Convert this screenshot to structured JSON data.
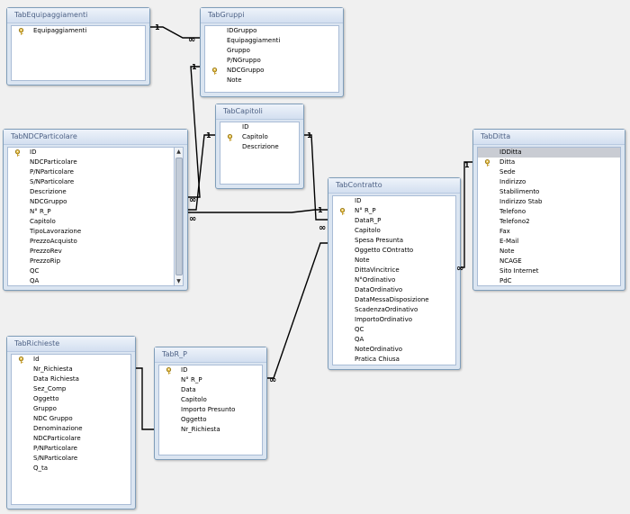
{
  "tables": [
    {
      "name": "TabEquipaggiamenti",
      "fields": [
        {
          "name": "Equipaggiamenti",
          "key": true
        }
      ]
    },
    {
      "name": "TabGruppi",
      "fields": [
        {
          "name": "IDGruppo"
        },
        {
          "name": "Equipaggiamenti"
        },
        {
          "name": "Gruppo"
        },
        {
          "name": "P/NGruppo"
        },
        {
          "name": "NDCGruppo",
          "key": true
        },
        {
          "name": "Note"
        }
      ]
    },
    {
      "name": "TabCapitoli",
      "fields": [
        {
          "name": "ID"
        },
        {
          "name": "Capitolo",
          "key": true
        },
        {
          "name": "Descrizione"
        }
      ]
    },
    {
      "name": "TabNDCParticolare",
      "fields": [
        {
          "name": "ID",
          "key": true
        },
        {
          "name": "NDCParticolare"
        },
        {
          "name": "P/NParticolare"
        },
        {
          "name": "S/NParticolare"
        },
        {
          "name": "Descrizione"
        },
        {
          "name": "NDCGruppo"
        },
        {
          "name": "N° R_P"
        },
        {
          "name": "Capitolo"
        },
        {
          "name": "TipoLavorazione"
        },
        {
          "name": "PrezzoAcquisto"
        },
        {
          "name": "PrezzoRev"
        },
        {
          "name": "PrezzoRip"
        },
        {
          "name": "QC"
        },
        {
          "name": "QA"
        }
      ]
    },
    {
      "name": "TabDitta",
      "fields": [
        {
          "name": "IDDitta",
          "selected": true
        },
        {
          "name": "Ditta",
          "key": true
        },
        {
          "name": "Sede"
        },
        {
          "name": "Indirizzo"
        },
        {
          "name": "Stabilimento"
        },
        {
          "name": "Indirizzo Stab"
        },
        {
          "name": "Telefono"
        },
        {
          "name": "Telefono2"
        },
        {
          "name": "Fax"
        },
        {
          "name": "E-Mail"
        },
        {
          "name": "Note"
        },
        {
          "name": "NCAGE"
        },
        {
          "name": "Sito Internet"
        },
        {
          "name": "PdC"
        }
      ]
    },
    {
      "name": "TabContratto",
      "fields": [
        {
          "name": "ID"
        },
        {
          "name": "N° R_P",
          "key": true
        },
        {
          "name": "DataR_P"
        },
        {
          "name": "Capitolo"
        },
        {
          "name": "Spesa Presunta"
        },
        {
          "name": "Oggetto COntratto"
        },
        {
          "name": "Note"
        },
        {
          "name": "DittaVincitrice"
        },
        {
          "name": "N°Ordinativo"
        },
        {
          "name": "DataOrdinativo"
        },
        {
          "name": "DataMessaDisposizione"
        },
        {
          "name": "ScadenzaOrdinativo"
        },
        {
          "name": "ImportoOrdinativo"
        },
        {
          "name": "QC"
        },
        {
          "name": "QA"
        },
        {
          "name": "NoteOrdinativo"
        },
        {
          "name": "Pratica Chiusa"
        }
      ]
    },
    {
      "name": "TabRichieste",
      "fields": [
        {
          "name": "Id",
          "key": true
        },
        {
          "name": "Nr_Richiesta"
        },
        {
          "name": "Data Richiesta"
        },
        {
          "name": "Sez_Comp"
        },
        {
          "name": "Oggetto"
        },
        {
          "name": "Gruppo"
        },
        {
          "name": "NDC Gruppo"
        },
        {
          "name": "Denominazione"
        },
        {
          "name": "NDCParticolare"
        },
        {
          "name": "P/NParticolare"
        },
        {
          "name": "S/NParticolare"
        },
        {
          "name": "Q_ta"
        }
      ]
    },
    {
      "name": "TabR_P",
      "fields": [
        {
          "name": "ID",
          "key": true
        },
        {
          "name": "N° R_P"
        },
        {
          "name": "Data"
        },
        {
          "name": "Capitolo"
        },
        {
          "name": "Importo Presunto"
        },
        {
          "name": "Oggetto"
        },
        {
          "name": "Nr_Richiesta"
        }
      ]
    }
  ],
  "relationships": [
    {
      "from": "TabEquipaggiamenti",
      "to": "TabGruppi",
      "one_label": "1",
      "many_label": "∞"
    },
    {
      "from": "TabGruppi",
      "to": "TabNDCParticolare",
      "one_label": "1",
      "many_label": "∞"
    },
    {
      "from": "TabCapitoli",
      "to": "TabNDCParticolare",
      "one_label": "1",
      "many_label": "∞"
    },
    {
      "from": "TabCapitoli",
      "to": "TabContratto",
      "one_label": "1",
      "many_label": "∞"
    },
    {
      "from": "TabContratto",
      "to": "TabNDCParticolare",
      "one_label": "1",
      "many_label": "∞"
    },
    {
      "from": "TabDitta",
      "to": "TabContratto",
      "one_label": "1",
      "many_label": "∞"
    },
    {
      "from": "TabContratto",
      "to": "TabR_P",
      "one_label": "",
      "many_label": "∞"
    },
    {
      "from": "TabRichieste",
      "to": "TabR_P",
      "one_label": "",
      "many_label": ""
    }
  ],
  "colors": {
    "background": "#f0f0f0",
    "window": "#dbe5f1",
    "window_border": "#7f9db9",
    "title_text": "#4d6185",
    "line": "#000000",
    "selected_row": "#c9ccd3"
  },
  "icons": {
    "primary_key": "key-icon",
    "scroll_up": "▲",
    "scroll_down": "▼"
  }
}
